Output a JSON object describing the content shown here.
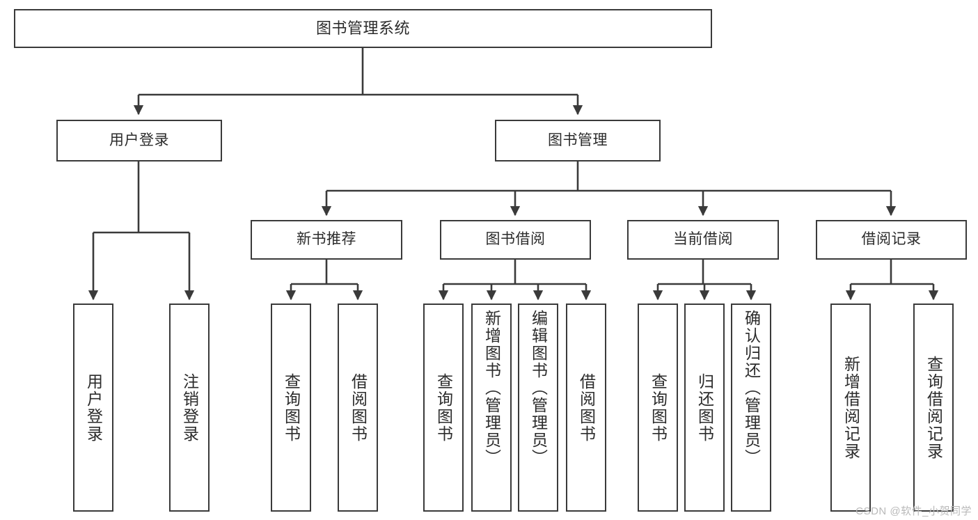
{
  "diagram": {
    "type": "tree",
    "title": "图书管理系统",
    "watermark": "CSDN @软件_小贺同学",
    "colors": {
      "stroke": "#3a3a3a",
      "text": "#2b2b2b",
      "background": "#ffffff",
      "watermark": "#b9b9b9"
    },
    "nodes": {
      "root": {
        "label": "图书管理系统"
      },
      "level2": [
        {
          "id": "user-login",
          "label": "用户登录"
        },
        {
          "id": "book-manage",
          "label": "图书管理"
        }
      ],
      "level3": [
        {
          "id": "new-book-recommend",
          "label": "新书推荐"
        },
        {
          "id": "book-borrow",
          "label": "图书借阅"
        },
        {
          "id": "current-borrow",
          "label": "当前借阅"
        },
        {
          "id": "borrow-record",
          "label": "借阅记录"
        }
      ],
      "leaves": [
        {
          "id": "leaf-user-login",
          "label": "用户登录"
        },
        {
          "id": "leaf-logout-login",
          "label": "注销登录"
        },
        {
          "id": "leaf-query-book-1",
          "label": "查询图书"
        },
        {
          "id": "leaf-borrow-book-1",
          "label": "借阅图书"
        },
        {
          "id": "leaf-query-book-2",
          "label": "查询图书"
        },
        {
          "id": "leaf-add-book",
          "label": "新增图书（管理员）"
        },
        {
          "id": "leaf-edit-book",
          "label": "编辑图书（管理员）"
        },
        {
          "id": "leaf-borrow-book-2",
          "label": "借阅图书"
        },
        {
          "id": "leaf-query-book-3",
          "label": "查询图书"
        },
        {
          "id": "leaf-return-book",
          "label": "归还图书"
        },
        {
          "id": "leaf-confirm-return",
          "label": "确认归还（管理员）"
        },
        {
          "id": "leaf-add-record",
          "label": "新增借阅记录"
        },
        {
          "id": "leaf-query-record",
          "label": "查询借阅记录"
        }
      ]
    }
  }
}
